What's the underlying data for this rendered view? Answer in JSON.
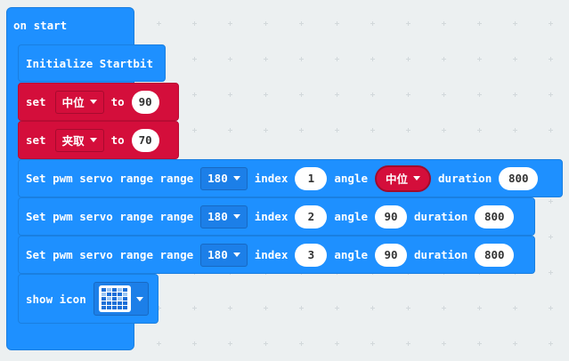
{
  "on_start": {
    "label": "on start"
  },
  "init": {
    "label": "Initialize Startbit"
  },
  "set_blocks": [
    {
      "kw": "set",
      "var": "中位",
      "to": "to",
      "value": "90"
    },
    {
      "kw": "set",
      "var": "夹取",
      "to": "to",
      "value": "70"
    }
  ],
  "servo_blocks": [
    {
      "label": "Set pwm servo range range",
      "range": "180",
      "index_label": "index",
      "index": "1",
      "angle_label": "angle",
      "angle": "中位",
      "duration_label": "duration",
      "duration": "800"
    },
    {
      "label": "Set pwm servo range range",
      "range": "180",
      "index_label": "index",
      "index": "2",
      "angle_label": "angle",
      "angle": "90",
      "duration_label": "duration",
      "duration": "800"
    },
    {
      "label": "Set pwm servo range range",
      "range": "180",
      "index_label": "index",
      "index": "3",
      "angle_label": "angle",
      "angle": "90",
      "duration_label": "duration",
      "duration": "800"
    }
  ],
  "show_icon": {
    "label": "show icon",
    "pattern": [
      [
        1,
        0,
        1,
        0,
        1
      ],
      [
        0,
        1,
        1,
        1,
        0
      ],
      [
        1,
        0,
        1,
        0,
        1
      ],
      [
        1,
        1,
        1,
        1,
        1
      ],
      [
        1,
        1,
        1,
        1,
        1
      ]
    ]
  },
  "colors": {
    "workspace": "#ecf0f1",
    "block_blue": "#1e90ff",
    "block_red": "#d40e3b"
  }
}
